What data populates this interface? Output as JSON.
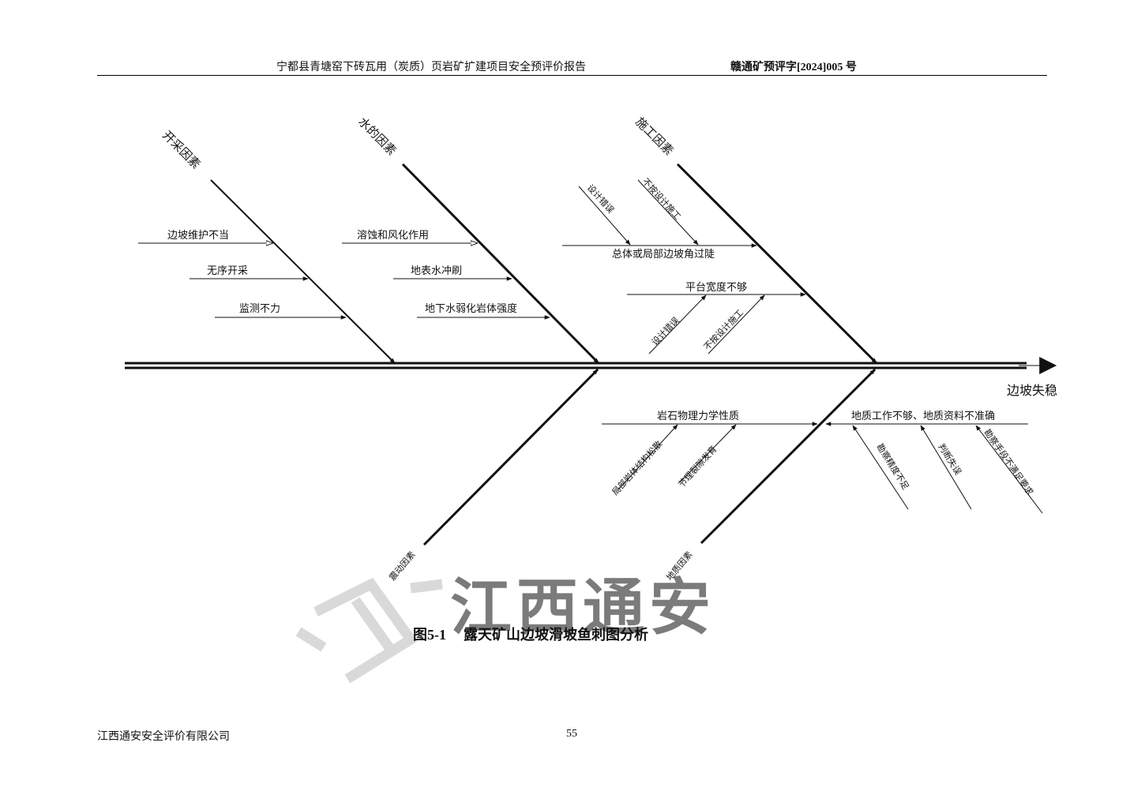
{
  "header": {
    "title": "宁都县青塘窑下砖瓦用（炭质）页岩矿扩建项目安全预评价报告",
    "doc_no": "赣通矿预评字[2024]005 号"
  },
  "watermark": {
    "text": "江西通安",
    "color": "#f08a8a"
  },
  "diagram": {
    "effect": "边坡失稳",
    "branches": {
      "mining": {
        "label": "开采因素",
        "causes": [
          "边坡维护不当",
          "无序开采",
          "监测不力"
        ]
      },
      "water": {
        "label": "水的因素",
        "causes": [
          "溶蚀和风化作用",
          "地表水冲刷",
          "地下水弱化岩体强度"
        ]
      },
      "construction": {
        "label": "施工因素",
        "causes": [
          {
            "label": "总体或局部边坡角过陡",
            "subs": [
              "设计错误",
              "不按设计施工"
            ]
          },
          {
            "label": "平台宽度不够",
            "subs": [
              "设计错误",
              "不按设计施工"
            ]
          }
        ]
      },
      "vibration": {
        "label": "震动因素"
      },
      "geology": {
        "label": "地质因素",
        "causes": [
          {
            "label": "岩石物理力学性质",
            "subs": [
              "局部岩体结构松散",
              "节理裂隙发育"
            ]
          },
          {
            "label": "地质工作不够、地质资料不准确",
            "subs": [
              "勘察精度不足",
              "判断失误",
              "勘察手段不满足要求"
            ]
          }
        ]
      }
    }
  },
  "caption": {
    "number": "图5-1",
    "title": "露天矿山边坡滑坡鱼刺图分析"
  },
  "footer": {
    "company": "江西通安安全评价有限公司",
    "page": "55"
  }
}
